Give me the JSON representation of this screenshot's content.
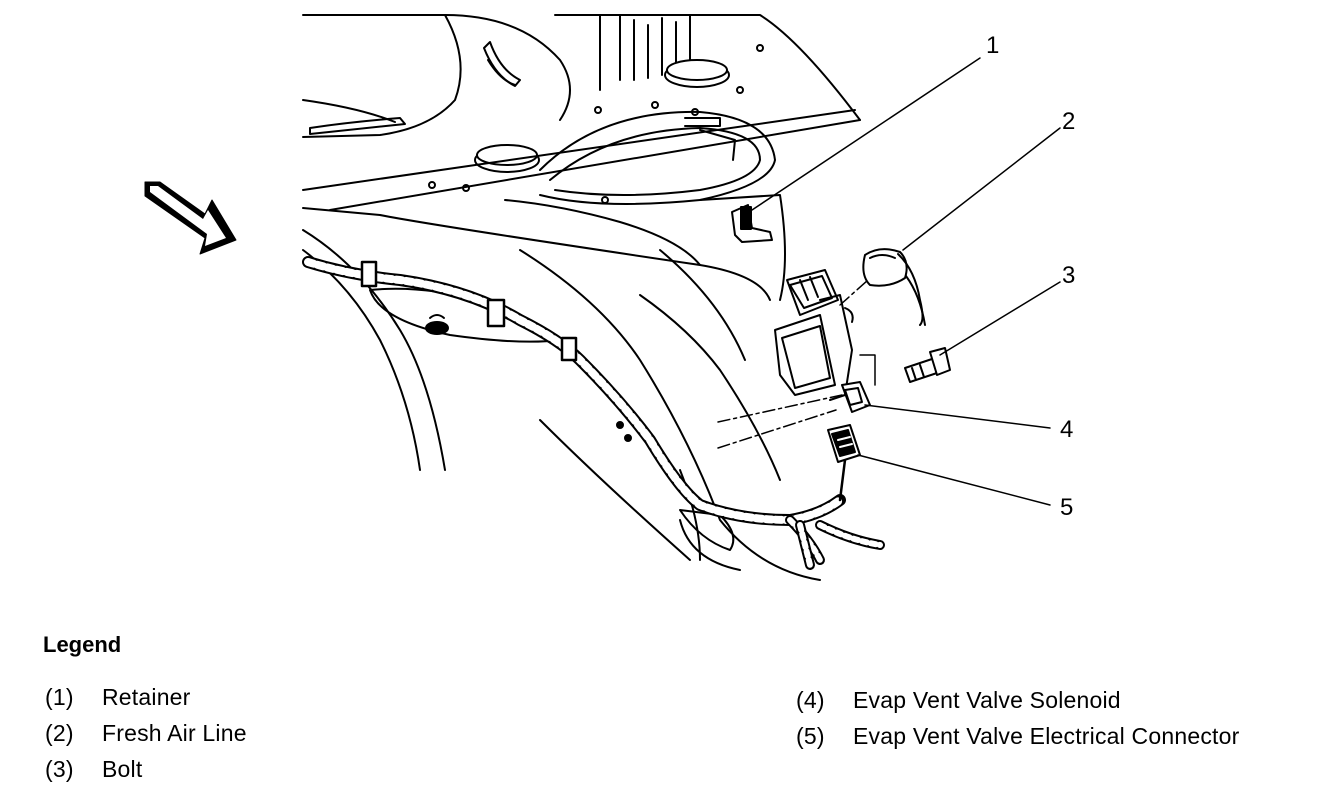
{
  "callouts": [
    "1",
    "2",
    "3",
    "4",
    "5"
  ],
  "legend": {
    "title": "Legend",
    "items": [
      {
        "num": "(1)",
        "label": "Retainer"
      },
      {
        "num": "(2)",
        "label": "Fresh Air Line"
      },
      {
        "num": "(3)",
        "label": "Bolt"
      },
      {
        "num": "(4)",
        "label": "Evap Vent Valve Solenoid"
      },
      {
        "num": "(5)",
        "label": "Evap Vent Valve Electrical Connector"
      }
    ]
  },
  "colors": {
    "ink": "#000000",
    "paper": "#ffffff"
  },
  "icons": [
    "direction-arrow-icon"
  ]
}
